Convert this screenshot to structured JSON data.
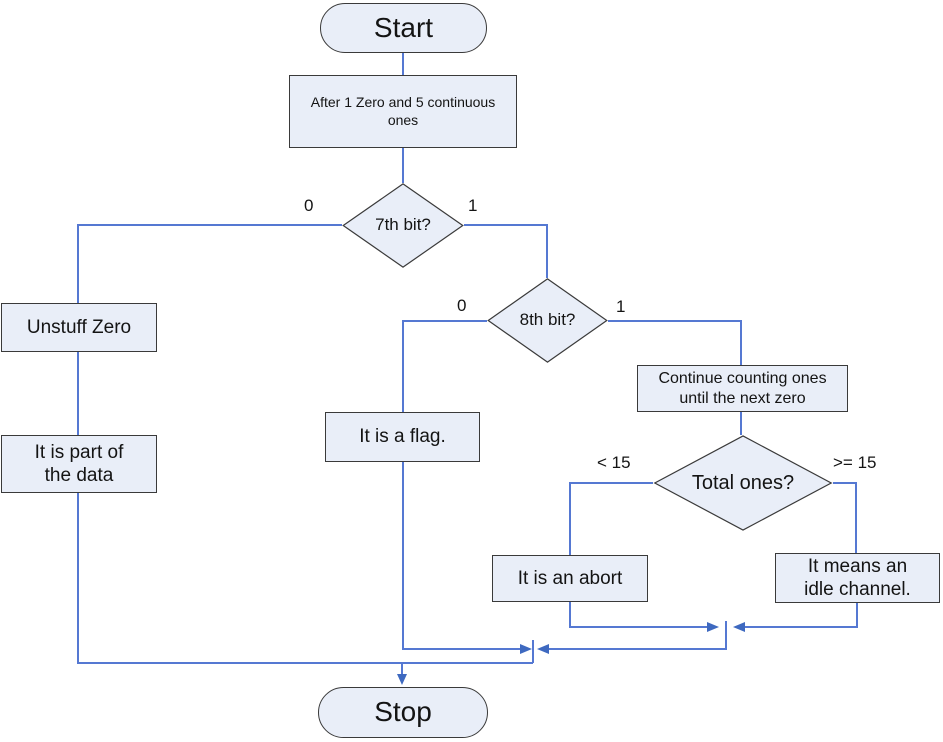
{
  "diagram": {
    "type": "flowchart",
    "topic": "Bit unstuffing decision flow after 1 zero and 5 continuous ones",
    "colors": {
      "background": "#ffffff",
      "node_fill": "#e9eef8",
      "node_border": "#3a3a3a",
      "connector_line": "#5578d2",
      "arrowhead": "#3e69c0",
      "text": "#141414"
    },
    "nodes": {
      "start": {
        "label": "Start"
      },
      "after": {
        "line1": "After 1 Zero and 5 continuous",
        "line2": "ones"
      },
      "d7": {
        "label": "7th bit?"
      },
      "unstuff": {
        "label": "Unstuff Zero"
      },
      "data": {
        "line1": "It is part of",
        "line2": "the data"
      },
      "d8": {
        "label": "8th bit?"
      },
      "flag": {
        "label": "It is a flag."
      },
      "continue": {
        "line1": "Continue counting ones",
        "line2": "until the next zero"
      },
      "total": {
        "label": "Total ones?"
      },
      "abort": {
        "label": "It is an abort"
      },
      "idle": {
        "line1": "It means an",
        "line2": "idle channel."
      },
      "stop": {
        "label": "Stop"
      }
    },
    "edge_labels": {
      "d7_left": "0",
      "d7_right": "1",
      "d8_left": "0",
      "d8_right": "1",
      "total_left": "< 15",
      "total_right": ">= 15"
    }
  }
}
